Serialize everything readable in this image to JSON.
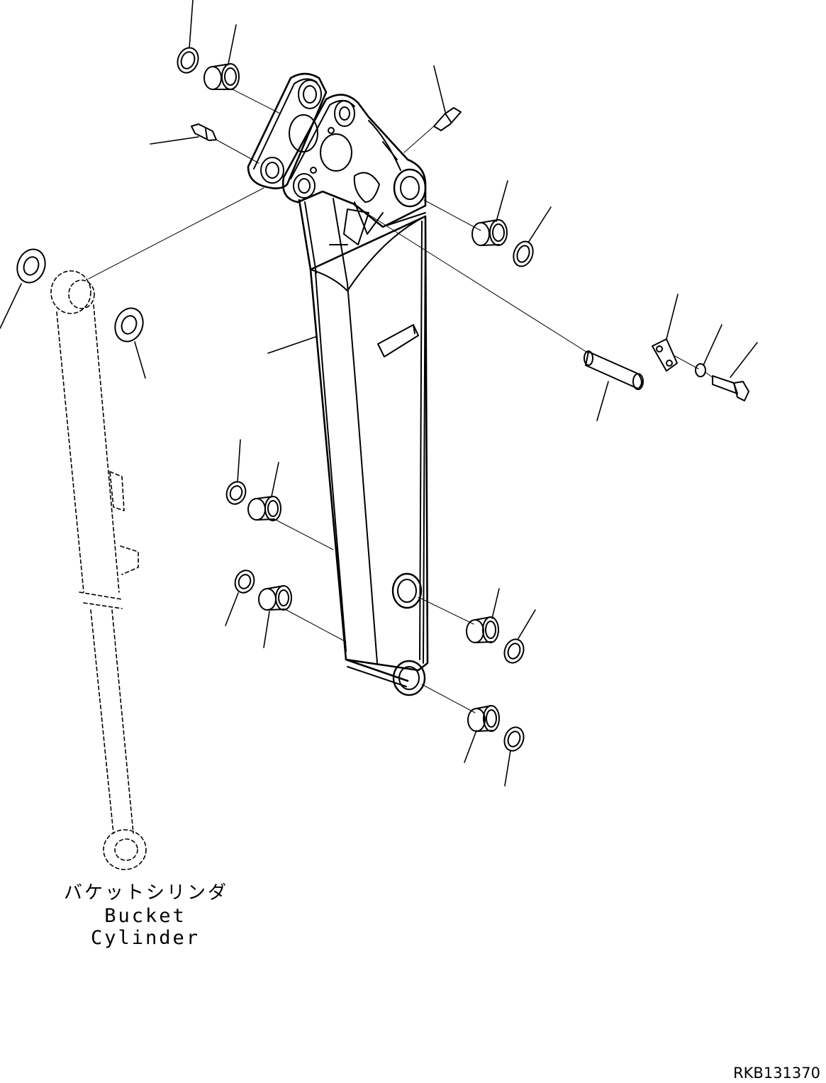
{
  "labels": {
    "cylinder_jp": "バケットシリンダ",
    "cylinder_en": "Bucket Cylinder"
  },
  "drawing_number": "RKB131370",
  "colors": {
    "ink": "#000000",
    "paper": "#ffffff"
  }
}
